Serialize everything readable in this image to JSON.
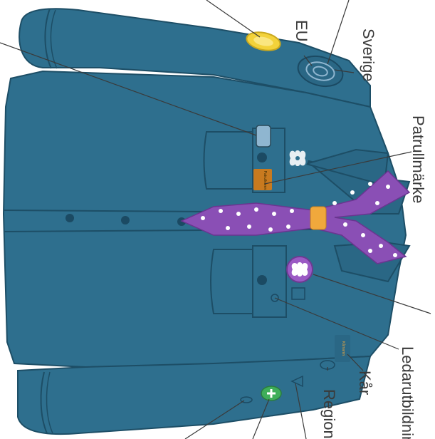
{
  "labels": {
    "sverige": "Sverige",
    "eu": "EU",
    "patrullmarke": "Patrullmärke",
    "ledarutbildning": "Ledarutbildning",
    "kar": "Kår",
    "region": "Region"
  },
  "badge_text": {
    "patrol_tag": "Patrullnamn",
    "kar_tag": "Kårnamn"
  },
  "colors": {
    "shirt": "#2e6f8e",
    "shirt_outline": "#1d4e66",
    "scarf": "#8a4fb5",
    "woggle": "#f0a83c",
    "leader_badge": "#9b5ac4",
    "yellow_badge": "#f3d23a",
    "green_badge": "#3fae5a"
  },
  "icons": [
    "fleur-de-lis-icon"
  ]
}
